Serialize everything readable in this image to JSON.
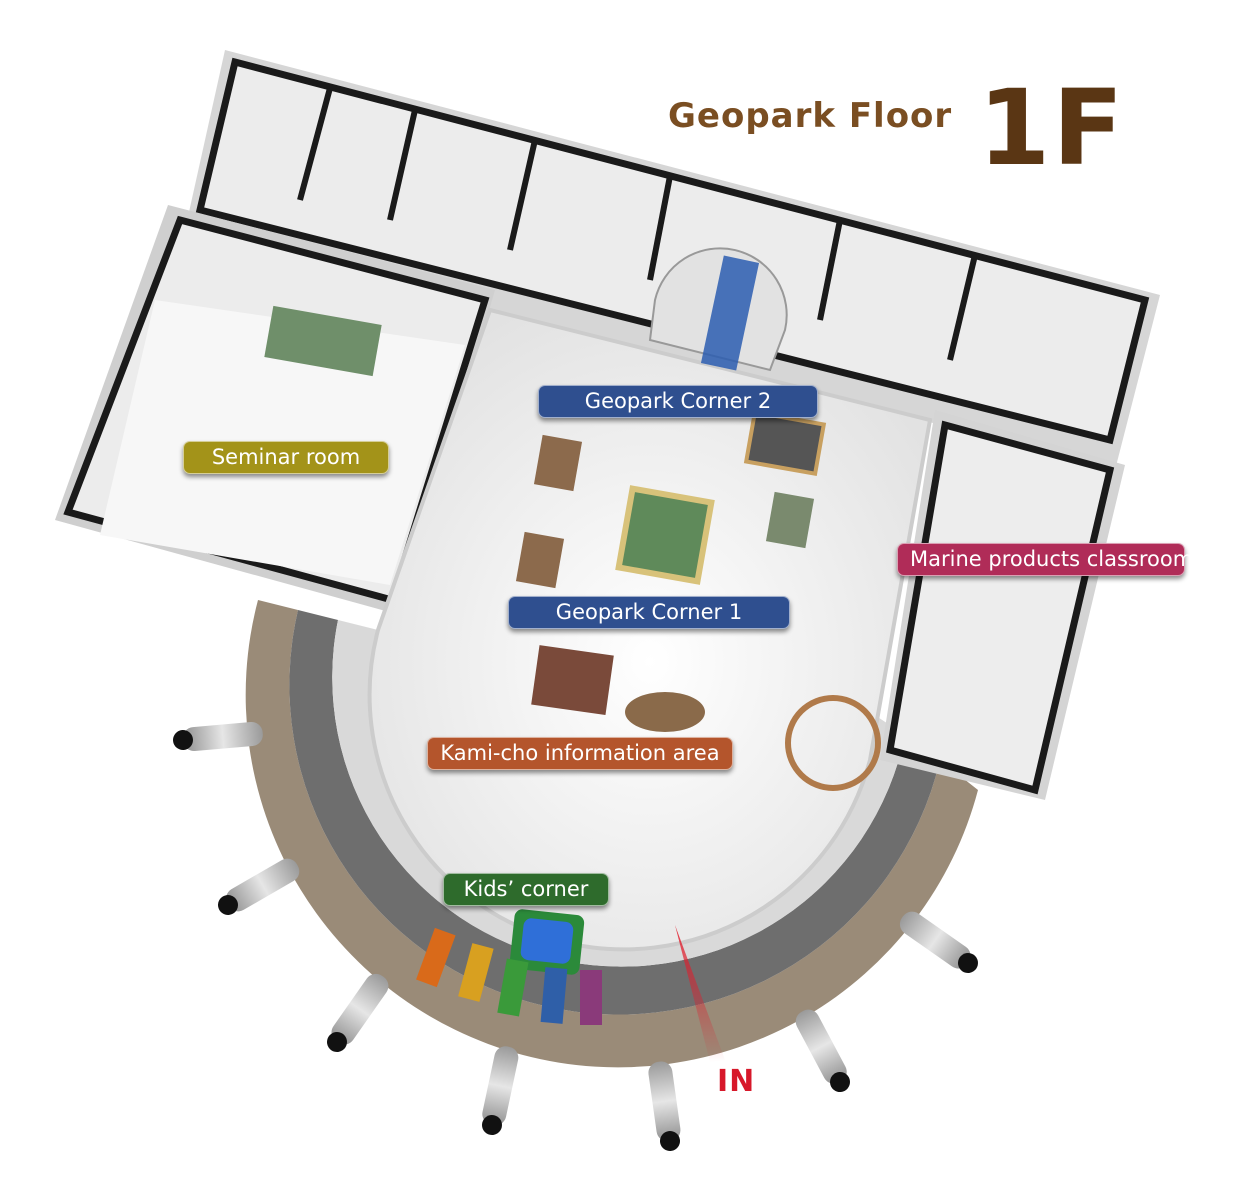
{
  "map": {
    "title": "Geopark Floor",
    "floor": "1F",
    "entrance_label": "IN"
  },
  "areas": {
    "geopark_corner_2": {
      "label": "Geopark Corner 2",
      "color": "#2f4f8f"
    },
    "seminar_room": {
      "label": "Seminar room",
      "color": "#a39319"
    },
    "marine_products_classroom": {
      "label": "Marine products classroom",
      "color": "#b02c58"
    },
    "geopark_corner_1": {
      "label": "Geopark Corner 1",
      "color": "#2f4f8f"
    },
    "kami_cho_information_area": {
      "label": "Kami-cho information area",
      "color": "#b4552c"
    },
    "kids_corner": {
      "label": "Kids’ corner",
      "color": "#2e6b2c"
    }
  },
  "colors": {
    "title": "#7a4e22",
    "floor_number": "#5a3614",
    "entrance": "#d7182a",
    "paving": "#9a8b78",
    "wall": "#eeeeee",
    "floor": "#f3f3f3"
  }
}
